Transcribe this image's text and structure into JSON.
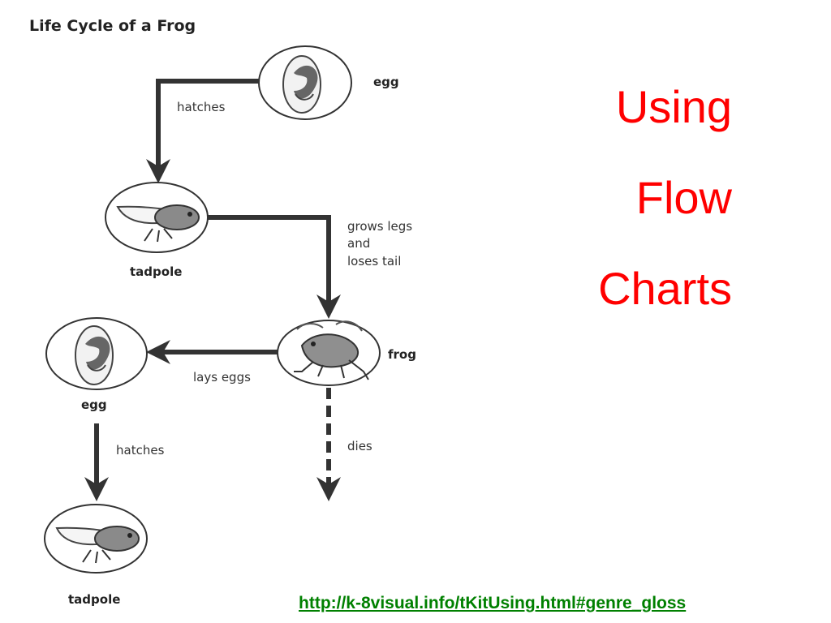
{
  "diagram": {
    "title": "Life Cycle of a Frog",
    "nodes": {
      "egg_top": "egg",
      "tadpole_top": "tadpole",
      "frog": "frog",
      "egg_bottom": "egg",
      "tadpole_bottom": "tadpole"
    },
    "edges": {
      "hatches_1": "hatches",
      "grows_legs": [
        "grows legs",
        "and",
        "loses tail"
      ],
      "lays_eggs": "lays eggs",
      "hatches_2": "hatches",
      "dies": "dies"
    }
  },
  "slide": {
    "title_lines": [
      "Using",
      "Flow",
      "Charts"
    ],
    "link": "http://k-8visual.info/tKitUsing.html#genre_gloss"
  },
  "colors": {
    "title": "#ff0000",
    "link": "#008000",
    "ink": "#222222"
  }
}
